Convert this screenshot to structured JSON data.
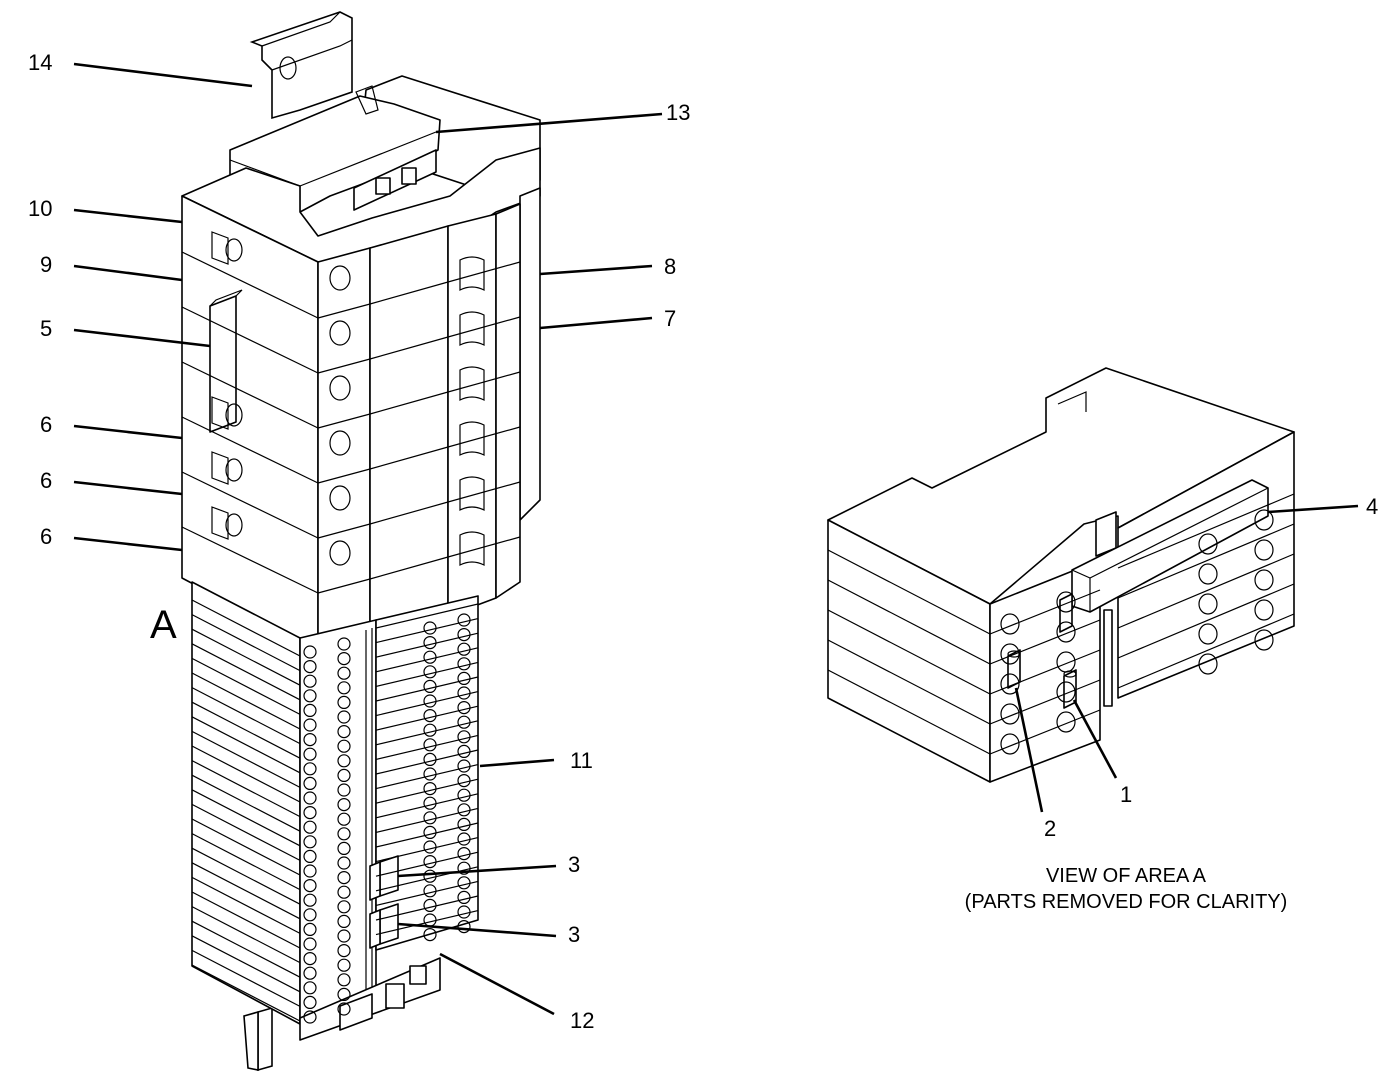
{
  "callouts": [
    {
      "id": "14",
      "text": "14"
    },
    {
      "id": "13",
      "text": "13"
    },
    {
      "id": "10",
      "text": "10"
    },
    {
      "id": "9",
      "text": "9"
    },
    {
      "id": "8",
      "text": "8"
    },
    {
      "id": "7",
      "text": "7"
    },
    {
      "id": "5",
      "text": "5"
    },
    {
      "id": "6a",
      "text": "6"
    },
    {
      "id": "6b",
      "text": "6"
    },
    {
      "id": "6c",
      "text": "6"
    },
    {
      "id": "11",
      "text": "11"
    },
    {
      "id": "3a",
      "text": "3"
    },
    {
      "id": "3b",
      "text": "3"
    },
    {
      "id": "12",
      "text": "12"
    },
    {
      "id": "4",
      "text": "4"
    },
    {
      "id": "1",
      "text": "1"
    },
    {
      "id": "2",
      "text": "2"
    }
  ],
  "area_marker": "A",
  "caption": {
    "line1": "VIEW OF AREA A",
    "line2": "(PARTS REMOVED FOR CLARITY)"
  }
}
